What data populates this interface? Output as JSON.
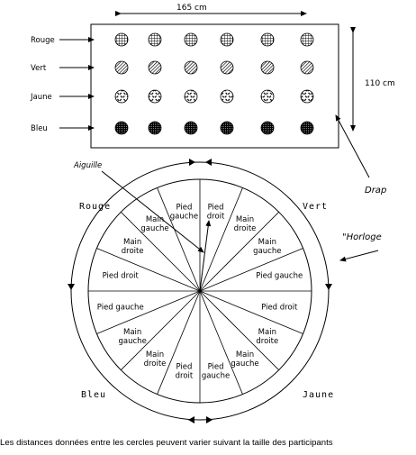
{
  "mat": {
    "width_label": "165 cm",
    "height_label": "110 cm",
    "rows": [
      {
        "label": "Rouge",
        "pattern": "grid"
      },
      {
        "label": "Vert",
        "pattern": "hatch"
      },
      {
        "label": "Jaune",
        "pattern": "weave"
      },
      {
        "label": "Bleu",
        "pattern": "dots"
      }
    ],
    "dots_per_row": 6,
    "drap_label": "Drap"
  },
  "spinner": {
    "aiguille_label": "Aiguille",
    "horloge_label": "\"Horloge",
    "quadrants": {
      "top_left": "Rouge",
      "top_right": "Vert",
      "bottom_left": "Bleu",
      "bottom_right": "Jaune"
    },
    "segments": [
      "Pied droit",
      "Main droite",
      "Main gauche",
      "Pied gauche",
      "Pied droit",
      "Main droite",
      "Main gauche",
      "Pied gauche",
      "Pied droit",
      "Main droite",
      "Main gauche",
      "Pied gauche",
      "Pied droit",
      "Main droite",
      "Main gauche",
      "Pied gauche"
    ]
  },
  "caption": "Les distances données entre les cercles peuvent varier suivant la taille des participants"
}
